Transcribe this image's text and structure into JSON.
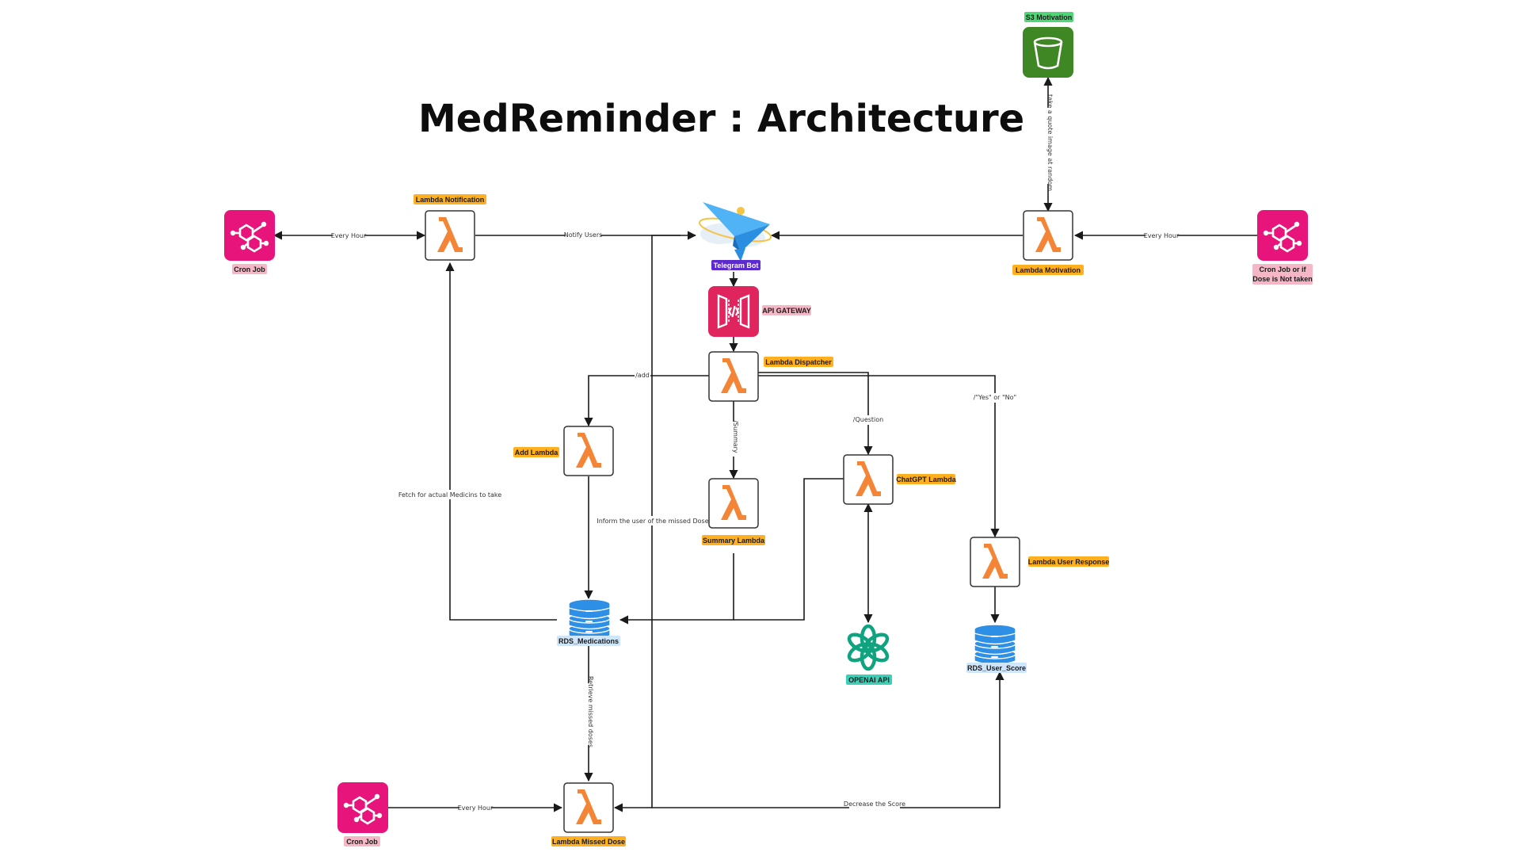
{
  "title": "MedReminder : Architecture",
  "colors": {
    "lambda_orange": "#F58536",
    "tag_orange": "#FFB020",
    "tag_pink": "#F7B6C6",
    "tag_green": "#4FD676",
    "tag_purple": "#5B2BCF",
    "tag_blue": "#CFE6FA",
    "tag_teal": "#3CD0B8",
    "eventbridge_pink": "#E7157B",
    "s3_green": "#3F8624",
    "db_blue": "#2E8FE6",
    "openai_teal": "#10A37F"
  },
  "nodes": {
    "cron_job_1": {
      "label": "Cron Job",
      "icon": "eventbridge-icon"
    },
    "lambda_notification": {
      "label": "Lambda Notification",
      "icon": "lambda-icon"
    },
    "telegram_bot": {
      "label": "Telegram Bot",
      "icon": "telegram-icon"
    },
    "lambda_motivation": {
      "label": "Lambda Motivation",
      "icon": "lambda-icon"
    },
    "cron_job_2": {
      "label_line1": "Cron Job or if",
      "label_line2": "Dose is Not taken",
      "icon": "eventbridge-icon"
    },
    "s3_motivation": {
      "label": "S3 Motivation",
      "icon": "s3-bucket-icon"
    },
    "api_gateway": {
      "label": "API GATEWAY",
      "icon": "api-gateway-icon"
    },
    "lambda_dispatcher": {
      "label": "Lambda Dispatcher",
      "icon": "lambda-icon"
    },
    "add_lambda": {
      "label": "Add Lambda",
      "icon": "lambda-icon"
    },
    "summary_lambda": {
      "label": "Summary Lambda",
      "icon": "lambda-icon"
    },
    "chatgpt_lambda": {
      "label": "ChatGPT Lambda",
      "icon": "lambda-icon"
    },
    "lambda_user_response": {
      "label": "Lambda User Response",
      "icon": "lambda-icon"
    },
    "rds_medications": {
      "label": "RDS_Medications",
      "icon": "database-icon"
    },
    "openai_api": {
      "label": "OPENAI API",
      "icon": "openai-icon"
    },
    "rds_user_score": {
      "label": "RDS_User_Score",
      "icon": "database-icon"
    },
    "cron_job_3": {
      "label": "Cron Job",
      "icon": "eventbridge-icon"
    },
    "lambda_missed_dose": {
      "label": "Lambda Missed Dose",
      "icon": "lambda-icon"
    }
  },
  "edges": {
    "every_hour_1": "Every Hour",
    "notify_users": "Notify Users",
    "every_hour_2": "Every Hour",
    "take_quote": "take a quote image at random",
    "add_cmd": "/add",
    "summary_cmd": "/Summary",
    "question_cmd": "/Question",
    "yes_no_cmd": "/\"Yes\" or \"No\"",
    "fetch_medicines": "Fetch for actual Medicins to take",
    "inform_missed": "Inform the user of the missed Dose",
    "retrieve_missed": "Retrieve missed doses",
    "every_hour_3": "Every Hour",
    "decrease_score": "Decrease the Score"
  }
}
